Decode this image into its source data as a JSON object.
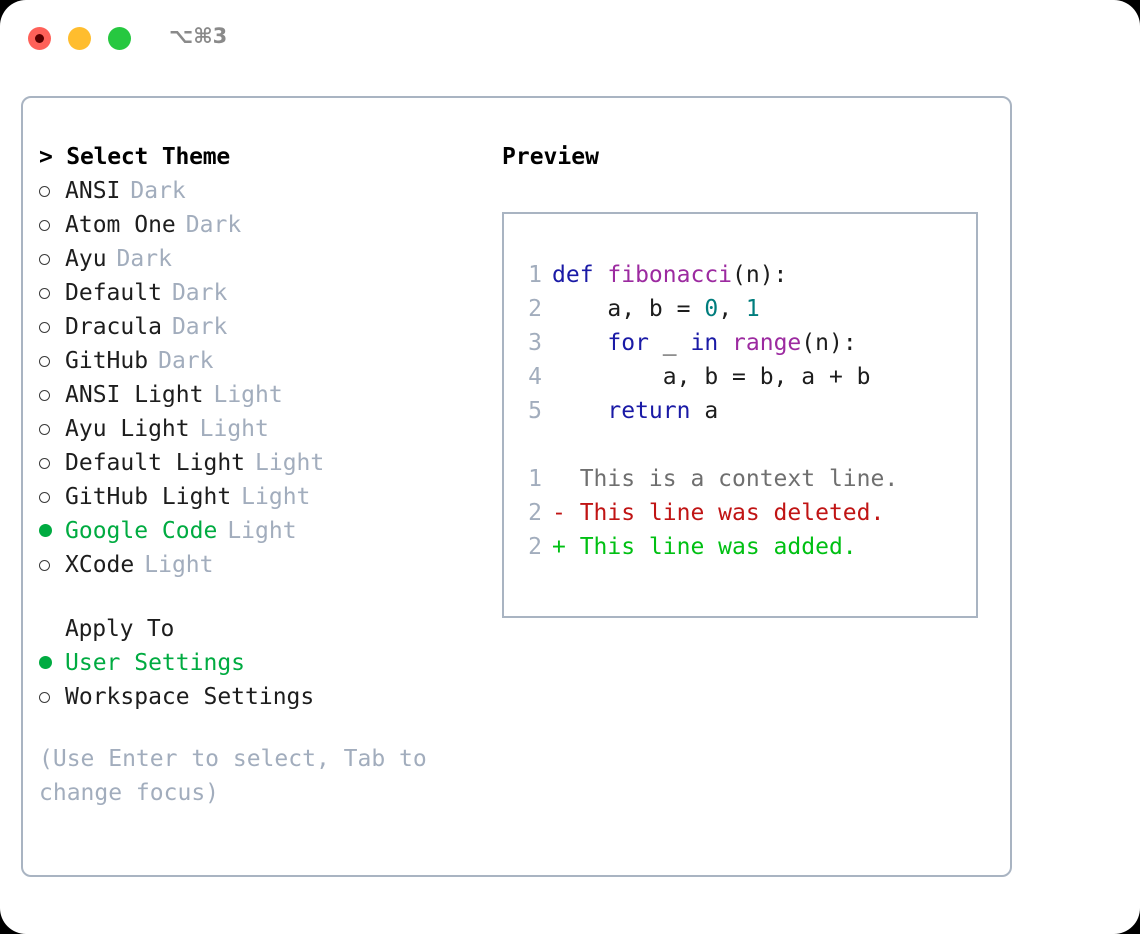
{
  "window": {
    "shortcut_label": "⌥⌘3",
    "traffic_lights": [
      "close-red",
      "minimize-yellow",
      "maximize-green"
    ]
  },
  "colors": {
    "panel_border": "#a9b4c2",
    "selected_green": "#00ab41",
    "muted_grey": "#a2adbd",
    "keyword_blue": "#1a1aa6",
    "function_magenta": "#9c2aa0",
    "number_teal": "#007d7d",
    "diff_delete_red": "#c01414",
    "diff_add_green": "#00c013",
    "traffic_red": "#ff6159",
    "traffic_yellow": "#ffbd2e",
    "traffic_green": "#26c840"
  },
  "theme_list": {
    "title": "Select Theme",
    "title_prefix": "> ",
    "items": [
      {
        "name": "ANSI",
        "mode": "Dark",
        "selected": false
      },
      {
        "name": "Atom One",
        "mode": "Dark",
        "selected": false
      },
      {
        "name": "Ayu",
        "mode": "Dark",
        "selected": false
      },
      {
        "name": "Default",
        "mode": "Dark",
        "selected": false
      },
      {
        "name": "Dracula",
        "mode": "Dark",
        "selected": false
      },
      {
        "name": "GitHub",
        "mode": "Dark",
        "selected": false
      },
      {
        "name": "ANSI Light",
        "mode": "Light",
        "selected": false
      },
      {
        "name": "Ayu Light",
        "mode": "Light",
        "selected": false
      },
      {
        "name": "Default Light",
        "mode": "Light",
        "selected": false
      },
      {
        "name": "GitHub Light",
        "mode": "Light",
        "selected": false
      },
      {
        "name": "Google Code",
        "mode": "Light",
        "selected": true
      },
      {
        "name": "XCode",
        "mode": "Light",
        "selected": false
      }
    ]
  },
  "apply_to": {
    "title": "Apply To",
    "items": [
      {
        "name": "User Settings",
        "selected": true
      },
      {
        "name": "Workspace Settings",
        "selected": false
      }
    ]
  },
  "hint": {
    "line1": "(Use Enter to select, Tab to",
    "line2": "change focus)"
  },
  "preview": {
    "heading": "Preview",
    "code": [
      {
        "ln": "1",
        "tokens": [
          {
            "t": "def ",
            "c": "kw"
          },
          {
            "t": "fibonacci",
            "c": "fn"
          },
          {
            "t": "(n):",
            "c": "plain"
          }
        ]
      },
      {
        "ln": "2",
        "tokens": [
          {
            "t": "    a, b = ",
            "c": "plain"
          },
          {
            "t": "0",
            "c": "num"
          },
          {
            "t": ", ",
            "c": "plain"
          },
          {
            "t": "1",
            "c": "num"
          }
        ]
      },
      {
        "ln": "3",
        "tokens": [
          {
            "t": "    ",
            "c": "plain"
          },
          {
            "t": "for",
            "c": "kw"
          },
          {
            "t": " _ ",
            "c": "plain"
          },
          {
            "t": "in",
            "c": "kw"
          },
          {
            "t": " ",
            "c": "plain"
          },
          {
            "t": "range",
            "c": "fn"
          },
          {
            "t": "(n):",
            "c": "plain"
          }
        ]
      },
      {
        "ln": "4",
        "tokens": [
          {
            "t": "        a, b = b, a + b",
            "c": "plain"
          }
        ]
      },
      {
        "ln": "5",
        "tokens": [
          {
            "t": "    ",
            "c": "plain"
          },
          {
            "t": "return",
            "c": "kw"
          },
          {
            "t": " a",
            "c": "plain"
          }
        ]
      }
    ],
    "diff": [
      {
        "ln": "1",
        "tokens": [
          {
            "t": "  This is a context line.",
            "c": "ctx"
          }
        ]
      },
      {
        "ln": "2",
        "tokens": [
          {
            "t": "- This line was deleted.",
            "c": "del"
          }
        ]
      },
      {
        "ln": "2",
        "tokens": [
          {
            "t": "+ This line was added.",
            "c": "add"
          }
        ]
      }
    ]
  }
}
